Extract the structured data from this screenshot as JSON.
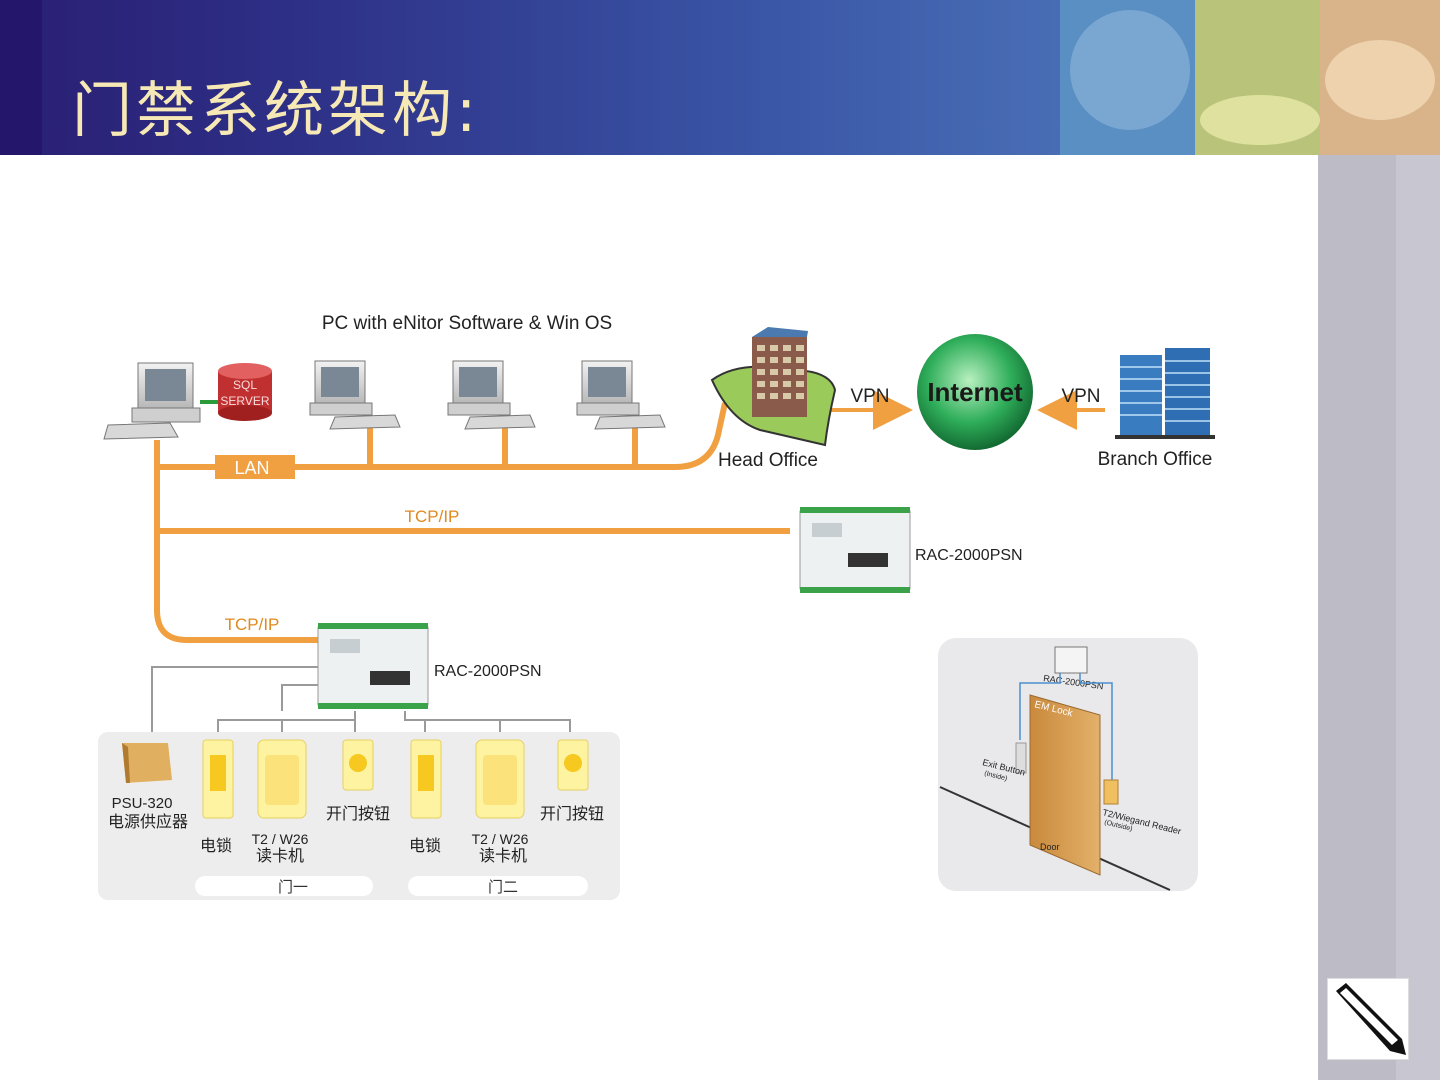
{
  "slide": {
    "title": "门禁系统架构:"
  },
  "diagram": {
    "pc_caption": "PC with eNitor Software & Win OS",
    "sql_label_1": "SQL",
    "sql_label_2": "SERVER",
    "lan_label": "LAN",
    "vpn_left": "VPN",
    "vpn_right": "VPN",
    "internet_label": "Internet",
    "head_office": "Head Office",
    "branch_office": "Branch Office",
    "tcpip_1": "TCP/IP",
    "tcpip_2": "TCP/IP",
    "controller_1": "RAC-2000PSN",
    "controller_2": "RAC-2000PSN",
    "psu_model": "PSU-320",
    "psu_name": "电源供应器",
    "door1_lock": "电锁",
    "door1_reader_model": "T2 / W26",
    "door1_reader_name": "读卡机",
    "door1_button": "开门按钮",
    "door2_lock": "电锁",
    "door2_reader_model": "T2 / W26",
    "door2_reader_name": "读卡机",
    "door2_button": "开门按钮",
    "door1_label": "门一",
    "door2_label": "门二",
    "inset": {
      "controller": "RAC-2000PSN",
      "em_lock": "EM Lock",
      "exit_button": "Exit Button",
      "exit_button_sub": "(Inside)",
      "reader": "T2/Wiegand Reader",
      "reader_sub": "(Outside)",
      "door": "Door"
    }
  },
  "colors": {
    "line": "#f0a040",
    "header_title": "#f7e9b5",
    "internet": "#2fae5a"
  }
}
